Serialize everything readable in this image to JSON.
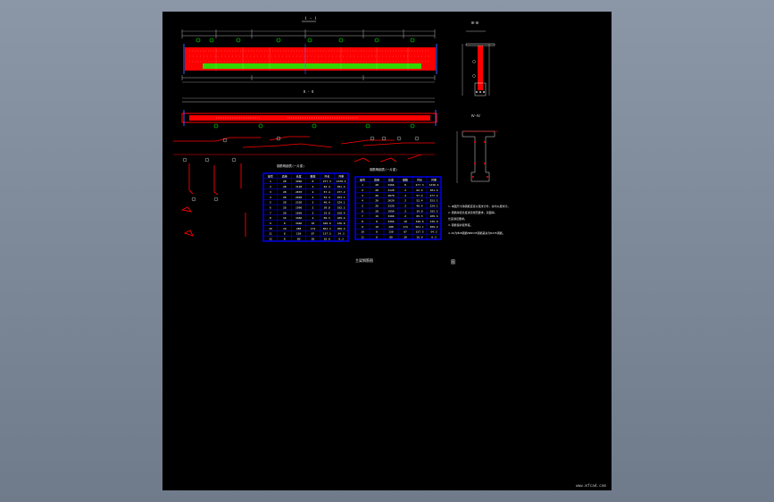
{
  "drawing": {
    "section_title_top": "Ⅰ - Ⅰ",
    "section_title_mid": "Ⅱ - Ⅱ",
    "section_a": "Ⅲ-Ⅲ",
    "section_b": "Ⅳ-Ⅳ",
    "table1_title": "钢筋明细表(一片梁)",
    "table2_title": "钢筋明细表(一片梁)",
    "drawing_label": "主梁钢筋图",
    "corner_mark": "图",
    "stamp": "www.mfcad.com",
    "notes": [
      "1.本图尺寸除钢筋直径以毫米计外，余均以厘米计。",
      "2.钢筋焊接长度满足规范要求，双面焊。",
      "  长度满足要求。",
      "3.钢筋保护层厚度。",
      "4.N1为Φ28钢筋HRB335钢筋其余为R235钢筋。"
    ],
    "table1": {
      "headers": [
        "编号",
        "直径",
        "长度",
        "根数",
        "共长",
        "共重"
      ],
      "rows": [
        [
          "1",
          "28",
          "3466",
          "8",
          "277.3",
          "1339.4"
        ],
        [
          "2",
          "28",
          "3120",
          "2",
          "62.4",
          "301.4"
        ],
        [
          "3",
          "28",
          "2870",
          "2",
          "57.4",
          "277.2"
        ],
        [
          "4",
          "28",
          "2620",
          "2",
          "52.4",
          "253.1"
        ],
        [
          "5",
          "28",
          "2320",
          "2",
          "46.4",
          "224.1"
        ],
        [
          "6",
          "28",
          "1990",
          "2",
          "39.8",
          "192.2"
        ],
        [
          "7",
          "28",
          "1650",
          "2",
          "33.0",
          "159.4"
        ],
        [
          "8",
          "16",
          "3466",
          "2",
          "69.3",
          "109.4"
        ],
        [
          "9",
          "8",
          "3466",
          "10",
          "346.6",
          "136.9"
        ],
        [
          "10",
          "10",
          "288",
          "174",
          "501.1",
          "309.2"
        ],
        [
          "11",
          "8",
          "158",
          "87",
          "137.5",
          "54.3"
        ],
        [
          "12",
          "8",
          "80",
          "20",
          "16.0",
          "6.3"
        ]
      ]
    },
    "table2": {
      "headers": [
        "编号",
        "直径",
        "长度",
        "根数",
        "共长",
        "共重"
      ],
      "rows": [
        [
          "1",
          "28",
          "3466",
          "8",
          "277.3",
          "1339.4"
        ],
        [
          "2",
          "28",
          "3120",
          "2",
          "62.4",
          "301.4"
        ],
        [
          "3",
          "28",
          "2870",
          "2",
          "57.4",
          "277.2"
        ],
        [
          "4",
          "28",
          "2620",
          "2",
          "52.4",
          "253.1"
        ],
        [
          "5",
          "28",
          "2320",
          "2",
          "46.4",
          "224.1"
        ],
        [
          "6",
          "28",
          "1990",
          "2",
          "39.8",
          "192.2"
        ],
        [
          "7",
          "16",
          "3466",
          "2",
          "69.3",
          "109.4"
        ],
        [
          "8",
          "8",
          "3466",
          "10",
          "346.6",
          "136.9"
        ],
        [
          "9",
          "10",
          "288",
          "174",
          "501.1",
          "309.2"
        ],
        [
          "10",
          "8",
          "158",
          "87",
          "137.5",
          "54.3"
        ],
        [
          "11",
          "8",
          "80",
          "20",
          "16.0",
          "6.3"
        ]
      ]
    },
    "colors": {
      "rebar": "#ff0000",
      "stirrup": "#00ff00",
      "table_border": "#0000ff",
      "text": "#ffffff",
      "background": "#000000",
      "frame": "#8b97a7"
    }
  }
}
